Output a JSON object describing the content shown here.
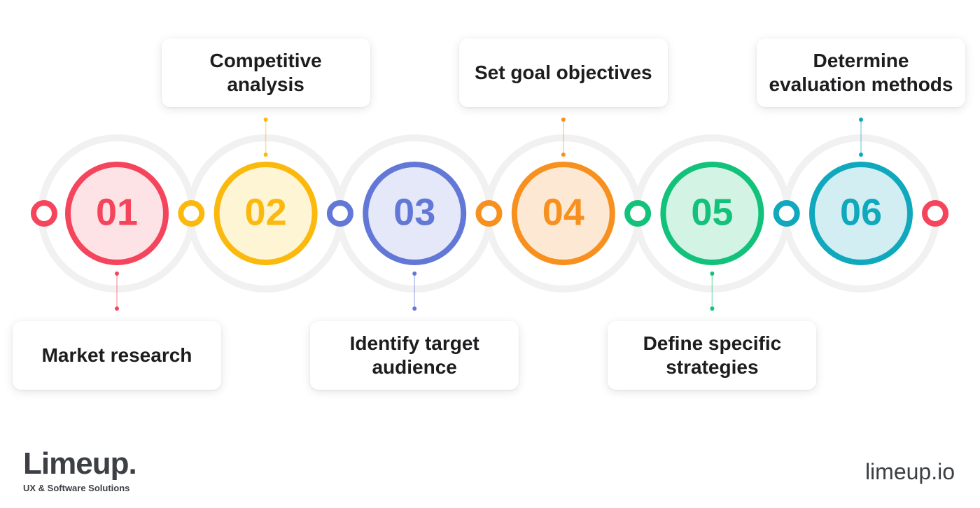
{
  "steps": [
    {
      "number": "01",
      "label": "Market research",
      "color": "#f5455c",
      "fill": "#fde3e6",
      "position": "below"
    },
    {
      "number": "02",
      "label": "Competitive\nanalysis",
      "color": "#fbb90e",
      "fill": "#fef5d5",
      "position": "above"
    },
    {
      "number": "03",
      "label": "Identify target\naudience",
      "color": "#6378d6",
      "fill": "#e4e8f8",
      "position": "below"
    },
    {
      "number": "04",
      "label": "Set goal objectives",
      "color": "#f7901e",
      "fill": "#fde9d3",
      "position": "above"
    },
    {
      "number": "05",
      "label": "Define specific\nstrategies",
      "color": "#12c17a",
      "fill": "#d3f3e5",
      "position": "below"
    },
    {
      "number": "06",
      "label": "Determine\nevaluation methods",
      "color": "#10a8bd",
      "fill": "#d2eef2",
      "position": "above"
    }
  ],
  "connector_colors": [
    "#f5455c",
    "#fbb90e",
    "#6378d6",
    "#f7901e",
    "#12c17a",
    "#10a8bd",
    "#f5455c"
  ],
  "brand": {
    "name": "Limeup.",
    "tagline": "UX & Software Solutions",
    "website": "limeup.io"
  }
}
